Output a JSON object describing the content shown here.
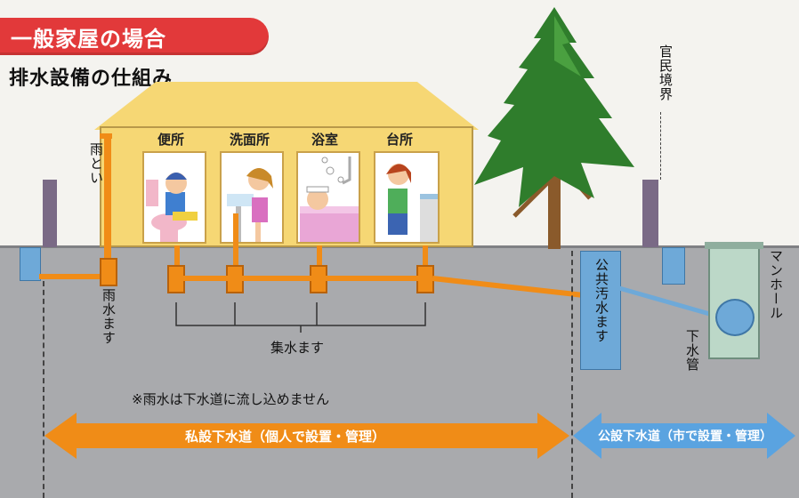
{
  "header": {
    "title": "一般家屋の場合",
    "subtitle": "排水設備の仕組み"
  },
  "rooms": [
    {
      "label": "便所"
    },
    {
      "label": "洗面所"
    },
    {
      "label": "浴室"
    },
    {
      "label": "台所"
    }
  ],
  "labels": {
    "gutter": "雨とい",
    "rain_basin": "雨水ます",
    "collection_basin": "集水ます",
    "public_basin": "公共汚水ます",
    "boundary": "官民境界",
    "manhole": "マンホール",
    "sewer_pipe": "下水管",
    "note": "※雨水は下水道に流し込めません"
  },
  "arrows": {
    "private": "私設下水道（個人で設置・管理）",
    "public": "公設下水道（市で設置・管理）"
  },
  "colors": {
    "header_red": "#e2393a",
    "private_orange": "#f08c17",
    "public_blue": "#5aa3e0",
    "house_yellow": "#f6d774",
    "ground_gray": "#a9aaad"
  }
}
